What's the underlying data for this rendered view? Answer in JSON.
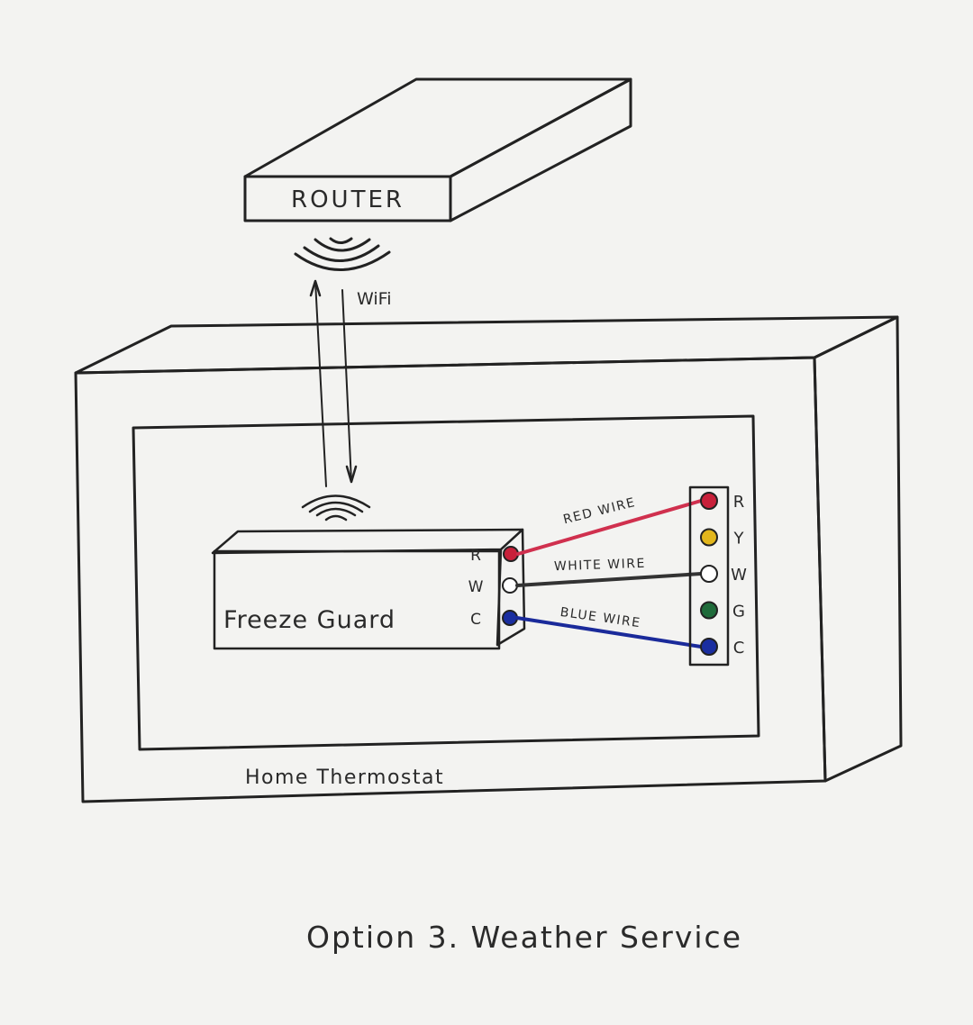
{
  "title": "Option 3. Weather Service",
  "router": {
    "label": "ROUTER",
    "color": "#b9c8de"
  },
  "wifi": {
    "label": "WiFi"
  },
  "thermostat": {
    "label": "Home Thermostat",
    "frame_color": "#f1e05a"
  },
  "freeze_guard": {
    "label": "Freeze Guard",
    "color": "#ecdede",
    "terminals": [
      {
        "label": "R",
        "color": "#c8203a",
        "filled": true
      },
      {
        "label": "W",
        "color": "#ffffff",
        "filled": false
      },
      {
        "label": "C",
        "color": "#1a2ea0",
        "filled": true
      }
    ]
  },
  "terminal_block": {
    "terminals": [
      {
        "label": "R",
        "color": "#c8203a",
        "filled": true
      },
      {
        "label": "Y",
        "color": "#e2b61c",
        "filled": true
      },
      {
        "label": "W",
        "color": "#ffffff",
        "filled": false
      },
      {
        "label": "G",
        "color": "#1f6b3a",
        "filled": true
      },
      {
        "label": "C",
        "color": "#1a2ea0",
        "filled": true
      }
    ]
  },
  "wires": [
    {
      "label": "Red Wire",
      "from": "R",
      "to": "R",
      "color": "#d0304e"
    },
    {
      "label": "White Wire",
      "from": "W",
      "to": "W",
      "color": "#333333"
    },
    {
      "label": "Blue Wire",
      "from": "C",
      "to": "C",
      "color": "#1a2a9a"
    }
  ]
}
